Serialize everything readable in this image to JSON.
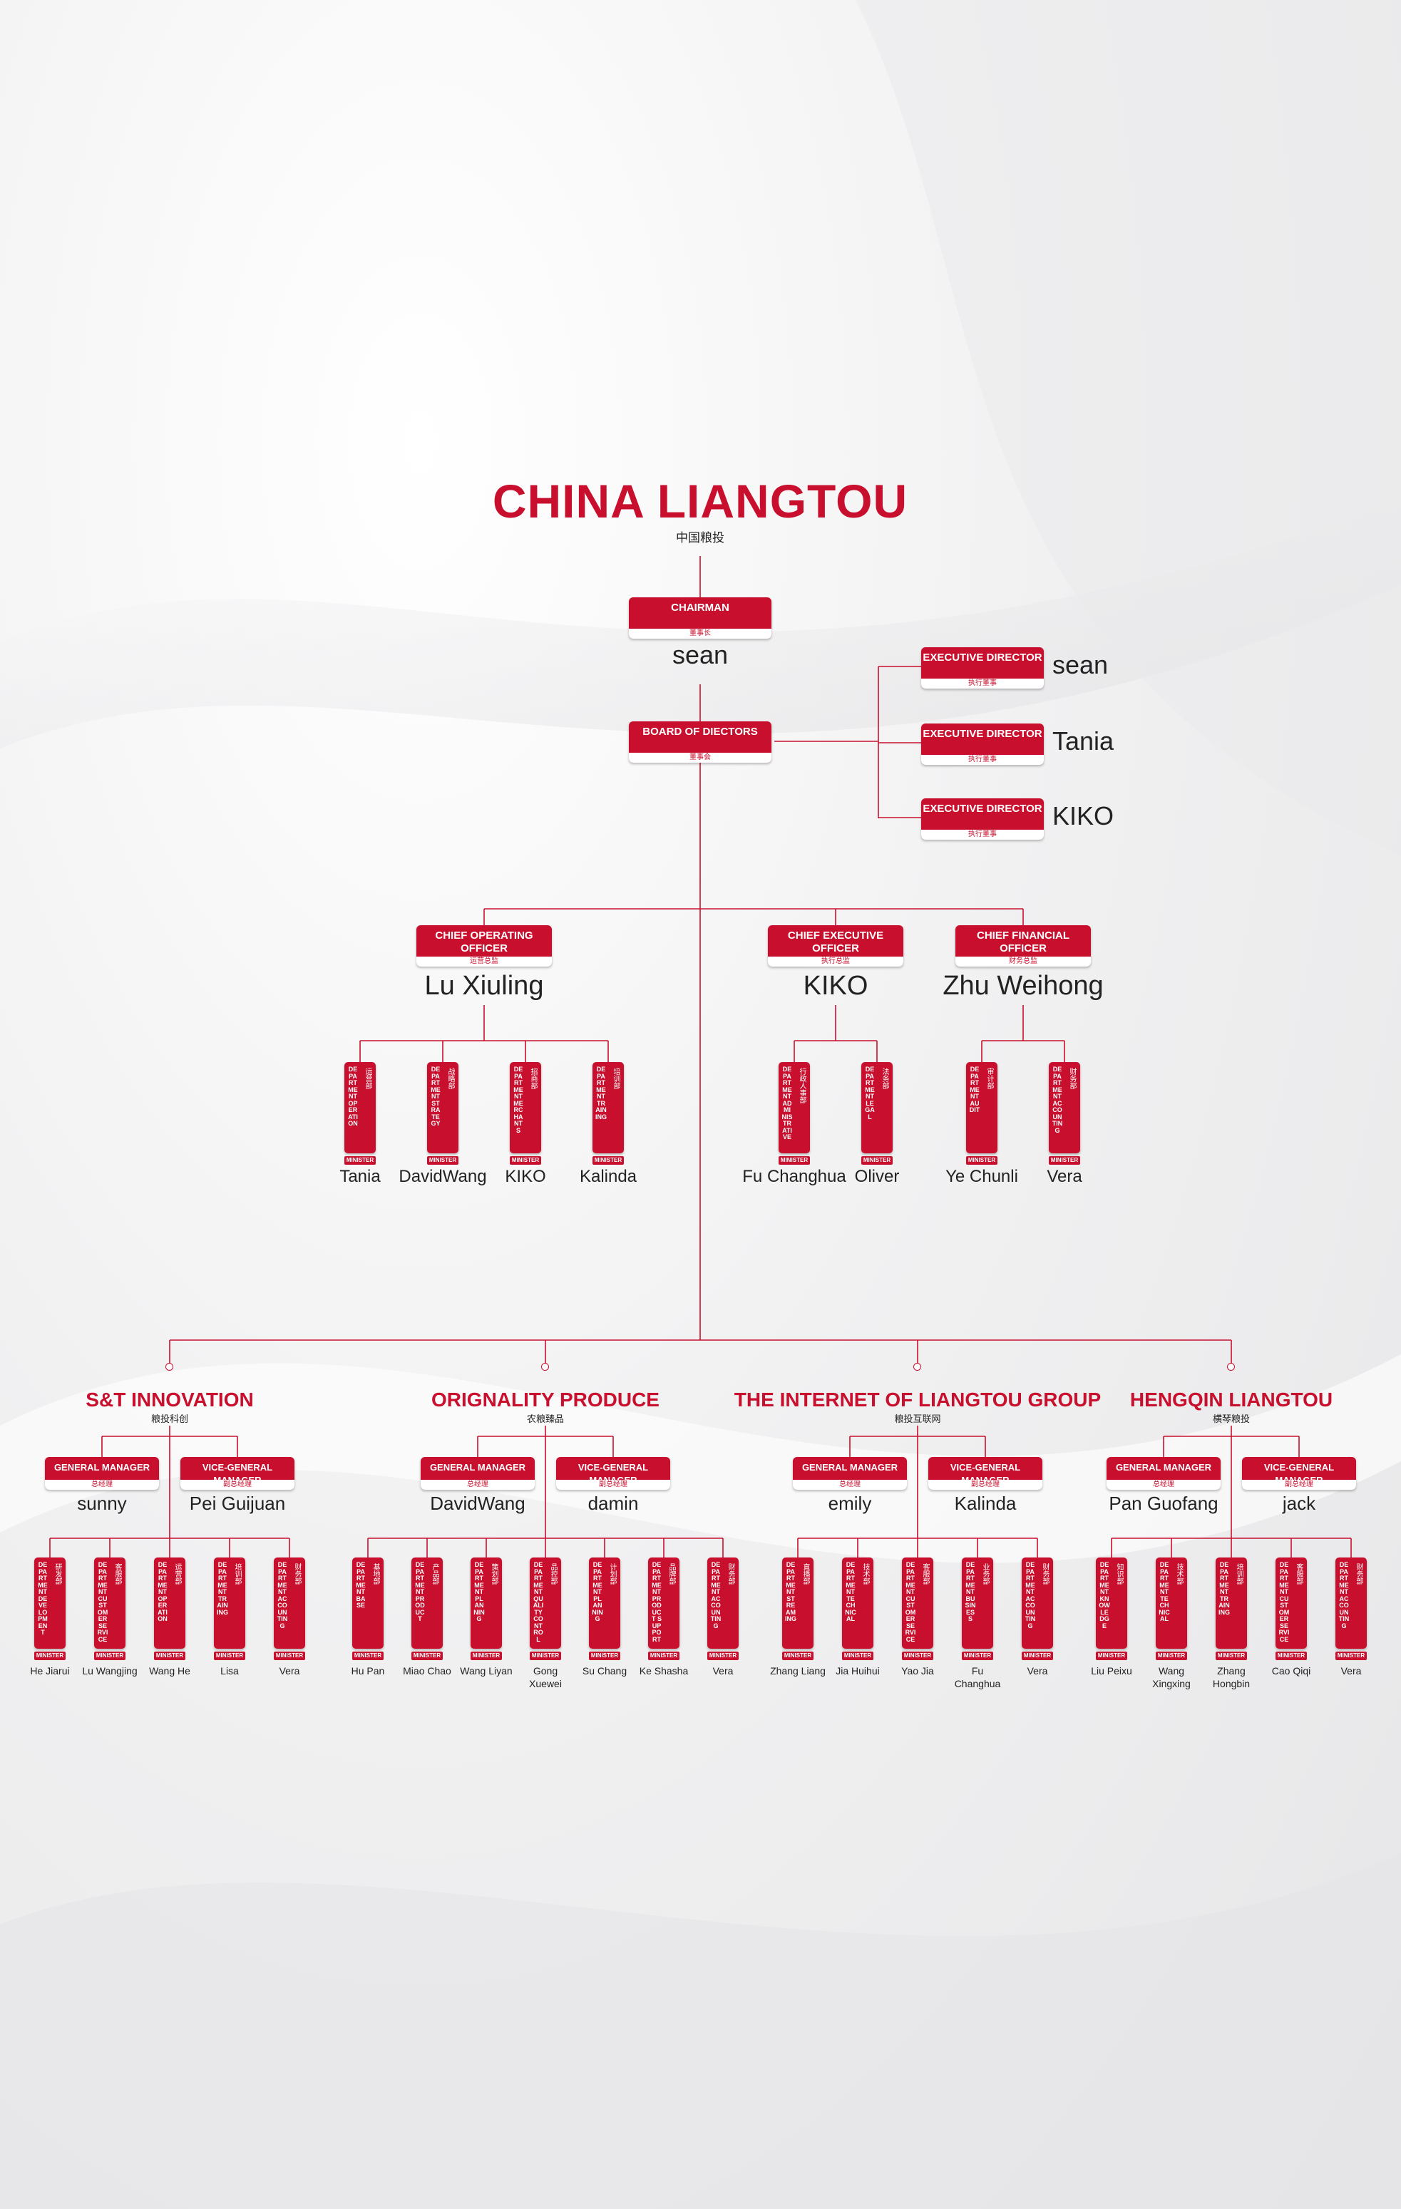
{
  "header": {
    "title": "CHINA LIANGTOU",
    "subtitle": "中国粮投"
  },
  "chairman": {
    "label": "CHAIRMAN",
    "cn": "董事长",
    "name": "sean"
  },
  "board": {
    "label": "BOARD OF DIECTORS",
    "cn": "董事会"
  },
  "exec_directors": [
    {
      "label": "EXECUTIVE DIRECTOR",
      "cn": "执行董事",
      "name": "sean"
    },
    {
      "label": "EXECUTIVE DIRECTOR",
      "cn": "执行董事",
      "name": "Tania"
    },
    {
      "label": "EXECUTIVE DIRECTOR",
      "cn": "执行董事",
      "name": "KIKO"
    }
  ],
  "officers": [
    {
      "label": "CHIEF OPERATING OFFICER",
      "cn": "运营总监",
      "name": "Lu Xiuling",
      "departments": [
        {
          "title": "DEPARTMENT OPERATION",
          "cn": "运营部",
          "tag": "MINISTER",
          "name": "Tania"
        },
        {
          "title": "DEPARTMENT STRATEGY",
          "cn": "战略部",
          "tag": "MINISTER",
          "name": "DavidWang"
        },
        {
          "title": "DEPARTMENT MERCHANTS",
          "cn": "招商部",
          "tag": "MINISTER",
          "name": "KIKO"
        },
        {
          "title": "DEPARTMENT TRAINING",
          "cn": "培训部",
          "tag": "MINISTER",
          "name": "Kalinda"
        }
      ]
    },
    {
      "label": "CHIEF EXECUTIVE OFFICER",
      "cn": "执行总监",
      "name": "KIKO",
      "departments": [
        {
          "title": "DEPARTMENT ADMINISTRATIVE",
          "cn": "行政人事部",
          "tag": "MINISTER",
          "name": "Fu Changhua"
        },
        {
          "title": "DEPARTMENT LEGAL",
          "cn": "法务部",
          "tag": "MINISTER",
          "name": "Oliver"
        }
      ]
    },
    {
      "label": "CHIEF FINANCIAL OFFICER",
      "cn": "财务总监",
      "name": "Zhu Weihong",
      "departments": [
        {
          "title": "DEPARTMENT AUDIT",
          "cn": "审计部",
          "tag": "MINISTER",
          "name": "Ye Chunli"
        },
        {
          "title": "DEPARTMENT ACCOUNTING",
          "cn": "财务部",
          "tag": "MINISTER",
          "name": "Vera"
        }
      ]
    }
  ],
  "groups": [
    {
      "title": "S&T INNOVATION",
      "cn": "粮投科创",
      "gm": {
        "label": "GENERAL MANAGER",
        "cn": "总经理",
        "name": "sunny"
      },
      "vgm": {
        "label": "VICE-GENERAL MANAGER",
        "cn": "副总经理",
        "name": "Pei Guijuan"
      },
      "departments": [
        {
          "title": "DEPARTMENT DEVELOPMENT",
          "cn": "研发部",
          "tag": "MINISTER",
          "name": "He Jiarui"
        },
        {
          "title": "DEPARTMENT CUSTOMER SERVICE",
          "cn": "客服部",
          "tag": "MINISTER",
          "name": "Lu Wangjing"
        },
        {
          "title": "DEPARTMENT OPERATION",
          "cn": "运营部",
          "tag": "MINISTER",
          "name": "Wang He"
        },
        {
          "title": "DEPARTMENT TRAINING",
          "cn": "培训部",
          "tag": "MINISTER",
          "name": "Lisa"
        },
        {
          "title": "DEPARTMENT ACCOUNTING",
          "cn": "财务部",
          "tag": "MINISTER",
          "name": "Vera"
        }
      ]
    },
    {
      "title": "ORIGNALITY PRODUCE",
      "cn": "农粮臻品",
      "gm": {
        "label": "GENERAL MANAGER",
        "cn": "总经理",
        "name": "DavidWang"
      },
      "vgm": {
        "label": "VICE-GENERAL MANAGER",
        "cn": "副总经理",
        "name": "damin"
      },
      "departments": [
        {
          "title": "DEPARTMENT BASE",
          "cn": "基地部",
          "tag": "MINISTER",
          "name": "Hu Pan"
        },
        {
          "title": "DEPARTMENT PRODUCT",
          "cn": "产品部",
          "tag": "MINISTER",
          "name": "Miao Chao"
        },
        {
          "title": "DEPARTMENT PLANNING",
          "cn": "策划部",
          "tag": "MINISTER",
          "name": "Wang Liyan"
        },
        {
          "title": "DEPARTMENT QUALITY CONTROL",
          "cn": "品控部",
          "tag": "MINISTER",
          "name": "Gong Xuewei"
        },
        {
          "title": "DEPARTMENT PLANNING",
          "cn": "计划部",
          "tag": "MINISTER",
          "name": "Su Chang"
        },
        {
          "title": "DEPARTMENT PRODUCT SUPPORT",
          "cn": "品牌部",
          "tag": "MINISTER",
          "name": "Ke Shasha"
        },
        {
          "title": "DEPARTMENT ACCOUNTING",
          "cn": "财务部",
          "tag": "MINISTER",
          "name": "Vera"
        }
      ]
    },
    {
      "title": "THE INTERNET OF LIANGTOU GROUP",
      "cn": "粮投互联网",
      "gm": {
        "label": "GENERAL MANAGER",
        "cn": "总经理",
        "name": "emily"
      },
      "vgm": {
        "label": "VICE-GENERAL MANAGER",
        "cn": "副总经理",
        "name": "Kalinda"
      },
      "departments": [
        {
          "title": "DEPARTMENT STREAMING",
          "cn": "直播部",
          "tag": "MINISTER",
          "name": "Zhang Liang"
        },
        {
          "title": "DEPARTMENT TECHNICAL",
          "cn": "技术部",
          "tag": "MINISTER",
          "name": "Jia Huihui"
        },
        {
          "title": "DEPARTMENT CUSTOMER SERVICE",
          "cn": "客服部",
          "tag": "MINISTER",
          "name": "Yao Jia"
        },
        {
          "title": "DEPARTMENT BUSINESS",
          "cn": "业务部",
          "tag": "MINISTER",
          "name": "Fu Changhua"
        },
        {
          "title": "DEPARTMENT ACCOUNTING",
          "cn": "财务部",
          "tag": "MINISTER",
          "name": "Vera"
        }
      ]
    },
    {
      "title": "HENGQIN LIANGTOU",
      "cn": "横琴粮投",
      "gm": {
        "label": "GENERAL MANAGER",
        "cn": "总经理",
        "name": "Pan Guofang"
      },
      "vgm": {
        "label": "VICE-GENERAL MANAGER",
        "cn": "副总经理",
        "name": "jack"
      },
      "departments": [
        {
          "title": "DEPARTMENT KNOWLEDGE",
          "cn": "知识部",
          "tag": "MINISTER",
          "name": "Liu Peixu"
        },
        {
          "title": "DEPARTMENT TECHNICAL",
          "cn": "技术部",
          "tag": "MINISTER",
          "name": "Wang Xingxing"
        },
        {
          "title": "DEPARTMENT TRAINING",
          "cn": "培训部",
          "tag": "MINISTER",
          "name": "Zhang Hongbin"
        },
        {
          "title": "DEPARTMENT CUSTOMER SERVICE",
          "cn": "客服部",
          "tag": "MINISTER",
          "name": "Cao Qiqi"
        },
        {
          "title": "DEPARTMENT ACCOUNTING",
          "cn": "财务部",
          "tag": "MINISTER",
          "name": "Vera"
        }
      ]
    }
  ],
  "colors": {
    "accent": "#c8102e",
    "text": "#222222"
  }
}
